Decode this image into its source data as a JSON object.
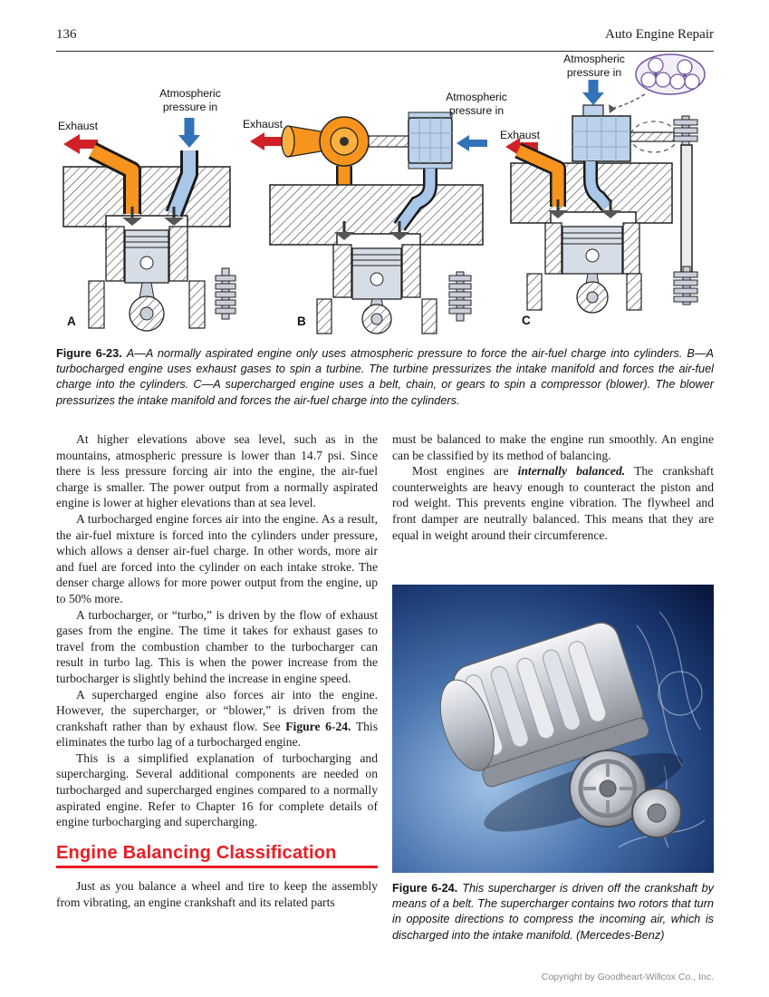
{
  "page": {
    "number": "136",
    "header_title": "Auto Engine Repair",
    "copyright": "Copyright by Goodheart-Willcox Co., Inc."
  },
  "figure23": {
    "labels": {
      "atmospheric": "Atmospheric pressure in",
      "exhaust": "Exhaust",
      "letter_a": "A",
      "letter_b": "B",
      "letter_c": "C"
    },
    "caption_label": "Figure 6-23.",
    "caption_text": "A—A normally aspirated engine only uses atmospheric pressure to force the air-fuel charge into cylinders. B—A turbocharged engine uses exhaust gases to spin a turbine. The turbine pressurizes the intake manifold and forces the air-fuel charge into the cylinders. C—A supercharged engine uses a belt, chain, or gears to spin a compressor (blower). The blower pressurizes the intake manifold and forces the air-fuel charge into the cylinders."
  },
  "article": {
    "left": {
      "p1": "At higher elevations above sea level, such as in the mountains, atmospheric pressure is lower than 14.7 psi. Since there is less pressure forcing air into the engine, the air-fuel charge is smaller. The power output from a normally aspirated engine is lower at higher elevations than at sea level.",
      "p2": "A turbocharged engine forces air into the engine. As a result, the air-fuel mixture is forced into the cylinders under pressure, which allows a denser air-fuel charge. In other words, more air and fuel are forced into the cylinder on each intake stroke. The denser charge allows for more power output from the engine, up to 50% more.",
      "p3": "A turbocharger, or “turbo,” is driven by the flow of exhaust gases from the engine. The time it takes for exhaust gases to travel from the combustion chamber to the turbocharger can result in turbo lag. This is when the power increase from the turbocharger is slightly behind the increase in engine speed.",
      "p4a": "A supercharged engine also forces air into the engine. However, the supercharger, or “blower,” is driven from the crankshaft rather than by exhaust flow. See ",
      "p4b": "Figure 6-24.",
      "p4c": " This eliminates the turbo lag of a turbocharged engine.",
      "p5": "This is a simplified explanation of turbocharging and supercharging. Several additional components are needed on turbocharged and supercharged engines compared to a normally aspirated engine. Refer to Chapter 16 for complete details of engine turbocharging and supercharging.",
      "p6": "Just as you balance a wheel and tire to keep the assembly from vibrating, an engine crankshaft and its related parts"
    },
    "heading": "Engine Balancing Classification",
    "right": {
      "p1": "must be balanced to make the engine run smoothly. An engine can be classified by its method of balancing.",
      "p2a": "Most engines are ",
      "p2b": "internally balanced.",
      "p2c": " The crankshaft counterweights are heavy enough to counteract the piston and rod weight. This prevents engine vibration. The flywheel and front damper are neutrally balanced. This means that they are equal in weight around their circumference."
    }
  },
  "figure24": {
    "caption_label": "Figure 6-24.",
    "caption_text": "This supercharger is driven off the crankshaft by means of a belt. The supercharger contains two rotors that turn in opposite directions to compress the incoming air, which is discharged into the intake manifold. (Mercedes-Benz)"
  }
}
